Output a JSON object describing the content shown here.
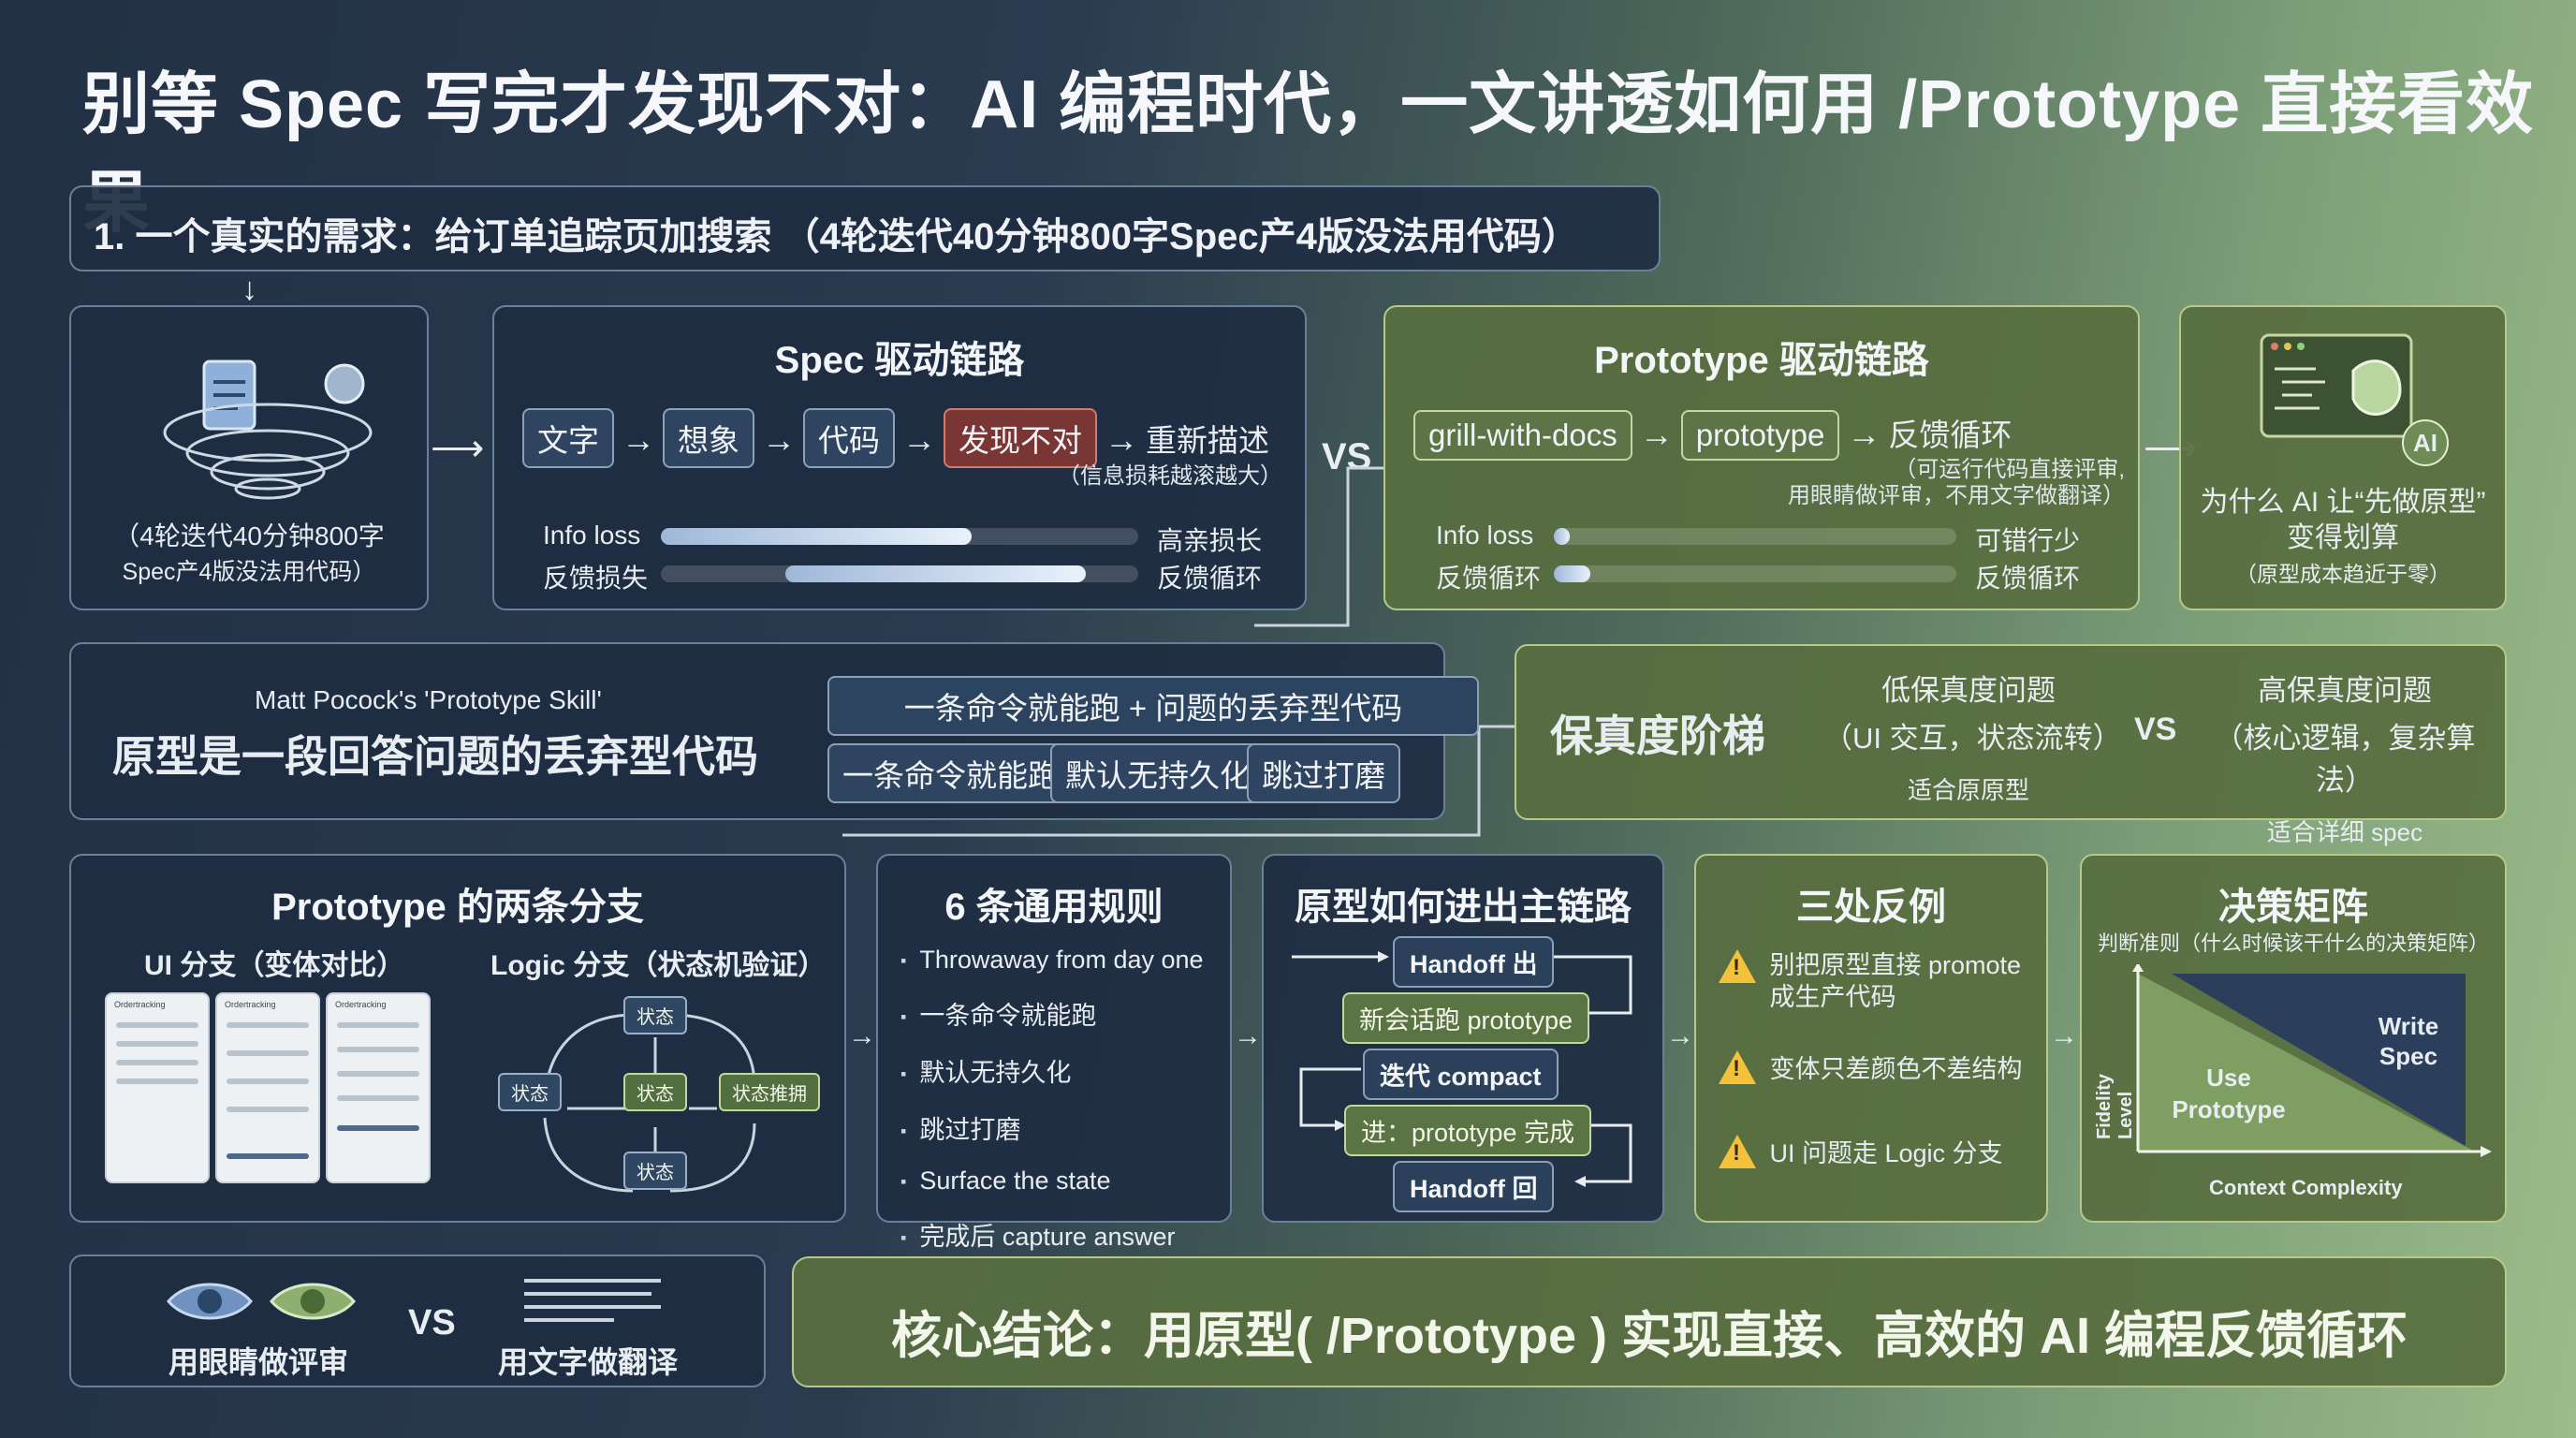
{
  "main_title": "别等 Spec 写完才发现不对：AI 编程时代，一文讲透如何用 /Prototype 直接看效果",
  "section1": "1. 一个真实的需求：给订单追踪页加搜索 （4轮迭代40分钟800字Spec产4版没法用代码）",
  "story_caption_1": "（4轮迭代40分钟800字",
  "story_caption_2": "Spec产4版没法用代码）",
  "spec_chain": {
    "title": "Spec 驱动链路",
    "steps": [
      "文字",
      "想象",
      "代码",
      "发现不对"
    ],
    "tail": "重新描述",
    "tail_note": "（信息损耗越滚越大）",
    "row1_label": "Info loss",
    "row1_right": "高亲损长",
    "row2_label": "反馈损失",
    "row2_right": "反馈循环",
    "bar1_fraction": 0.65,
    "bar2_start": 0.26,
    "bar2_fraction": 0.89
  },
  "vs": "VS",
  "proto_chain": {
    "title": "Prototype 驱动链路",
    "step1": "grill-with-docs",
    "step2": "prototype",
    "tail": "反馈循环",
    "note_1": "（可运行代码直接评审,",
    "note_2": "用眼睛做评审，不用文字做翻译）",
    "row1_label": "Info loss",
    "row1_right": "可错行少",
    "row2_label": "反馈循环",
    "row2_right": "反馈循环",
    "bar1_fraction": 0.03,
    "bar2_fraction": 0.09
  },
  "why": {
    "ai_badge": "AI",
    "line1": "为什么 AI 让“先做原型”",
    "line2": "变得划算",
    "note": "（原型成本趋近于零）"
  },
  "definition": {
    "small": "Matt Pocock's 'Prototype Skill'",
    "big": "原型是一段回答问题的丢弃型代码",
    "formula": "一条命令就能跑 + 问题的丢弃型代码",
    "tags": [
      "一条命令就能跑",
      "默认无持久化",
      "跳过打磨"
    ]
  },
  "fidelity": {
    "title": "保真度阶梯",
    "low_title": "低保真度问题",
    "low_sub": "（UI 交互，状态流转）",
    "low_fit": "适合原原型",
    "vs": "VS",
    "high_title": "高保真度问题",
    "high_sub": "（核心逻辑，复杂算法）",
    "high_fit": "适合详细 spec"
  },
  "branches": {
    "title": "Prototype 的两条分支",
    "ui_label": "UI 分支（变体对比）",
    "logic_label": "Logic 分支（状态机验证）",
    "phone_text": [
      "Ordertracking",
      "Ordertracking",
      "Ordertracking"
    ],
    "states": [
      "状态",
      "状态",
      "状态",
      "状态",
      "状态推拥"
    ]
  },
  "rules": {
    "title": "6 条通用规则",
    "items": [
      "Throwaway from day one",
      "一条命令就能跑",
      "默认无持久化",
      "跳过打磨",
      "Surface the state",
      "完成后 capture answer"
    ]
  },
  "mainline": {
    "title": "原型如何进出主链路",
    "items": [
      "Handoff 出",
      "新会话跑 prototype",
      "迭代 compact",
      "进：prototype 完成",
      "Handoff 回"
    ]
  },
  "counter": {
    "title": "三处反例",
    "items": [
      "别把原型直接 promote 成生产代码",
      "变体只差颜色不差结构",
      "UI 问题走 Logic 分支"
    ]
  },
  "matrix": {
    "title": "决策矩阵",
    "subtitle": "判断准则（什么时候该干什么的决策矩阵）",
    "ylabel": "Fidelity Level",
    "xlabel": "Context Complexity",
    "write_spec": "Write Spec",
    "use_prototype": "Use Prototype"
  },
  "eyes": {
    "left": "用眼睛做评审",
    "vs": "VS",
    "right": "用文字做翻译"
  },
  "conclusion": "核心结论：用原型( /Prototype ) 实现直接、高效的 AI 编程反馈循环",
  "colors": {
    "accent_green": "#b6c98a",
    "dark_panel": "#1e2d42",
    "warn": "#f2c23a"
  }
}
